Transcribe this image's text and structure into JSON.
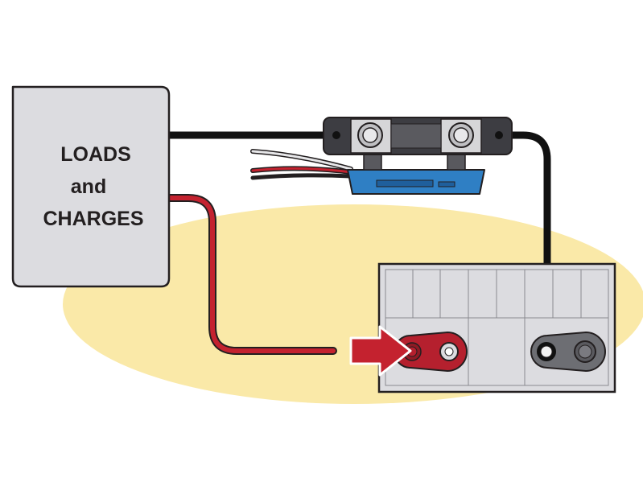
{
  "loads_box": {
    "line1": "LOADS",
    "line2": "and",
    "line3": "CHARGES"
  },
  "colors": {
    "background_highlight": "#fae9a8",
    "box_fill": "#dcdce0",
    "outline": "#231f20",
    "negative_wire": "#111111",
    "positive_wire": "#c4222f",
    "positive_terminal": "#b5202e",
    "negative_terminal": "#6d6e73",
    "fuse_base": "#3d3d42",
    "fuse_plate": "#d6d6d8",
    "shunt_board": "#2f7fc4",
    "battery_fill": "#dcdce0"
  },
  "icons": {
    "arrow": "arrow-right-icon",
    "terminal_positive": "positive-terminal-icon",
    "terminal_negative": "negative-terminal-icon"
  }
}
